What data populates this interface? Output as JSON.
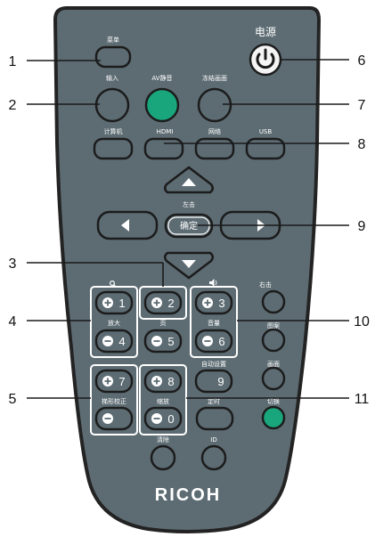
{
  "remote": {
    "brand": "RICOH",
    "power_label": "电源",
    "labels": {
      "menu": "菜单",
      "input": "输入",
      "av_mute": "AV静音",
      "freeze": "冻结画面",
      "computer": "计算机",
      "hdmi": "HDMI",
      "network": "网络",
      "usb": "USB",
      "left_click": "左击",
      "right_click": "右击",
      "zoom": "放大",
      "page": "页",
      "volume": "音量",
      "auto_set": "自动设置",
      "screen": "画面",
      "keystone": "梯形校正",
      "zoom_digital": "缩放",
      "clear": "清除",
      "id": "ID",
      "pattern": "图案",
      "timer": "定时",
      "switch": "切换"
    },
    "keys": {
      "ok": "确定",
      "plus1": "1",
      "plus2": "2",
      "plus3": "3",
      "minus4": "4",
      "minus5": "5",
      "minus6": "6",
      "plus7": "7",
      "plus8": "8",
      "nine": "9",
      "minus0": "0"
    },
    "colors": {
      "body": "#5d6c73",
      "body_rim": "#232323",
      "accent_green": "#1aa67d"
    }
  },
  "callouts": [
    "1",
    "2",
    "3",
    "4",
    "5",
    "6",
    "7",
    "8",
    "9",
    "10",
    "11"
  ]
}
